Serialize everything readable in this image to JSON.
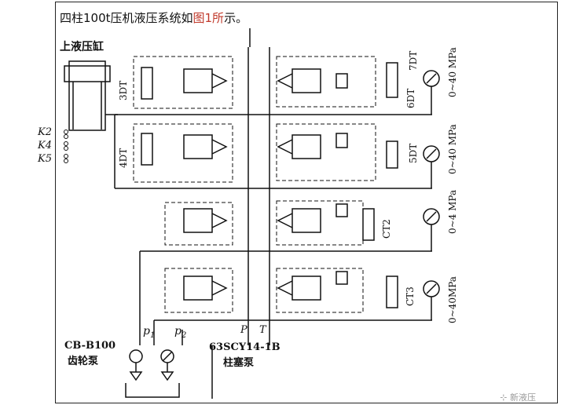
{
  "caption": {
    "prefix": "四柱100t压机液压系统如",
    "link": "图1所",
    "suffix": "示。"
  },
  "labels": {
    "upper_cylinder": "上液压缸",
    "k2": "K2",
    "k4": "K4",
    "k5": "K5",
    "dt3": "3DT",
    "dt4": "4DT",
    "dt5": "5DT",
    "dt6": "6DT",
    "dt7": "7DT",
    "ct2": "CT2",
    "ct3": "CT3",
    "gauge1": "0~40 MPa",
    "gauge2": "0~40 MPa",
    "gauge3": "0~4 MPa",
    "gauge4": "0~40MPa",
    "p1": "p",
    "p1_sub": "1",
    "p2": "p",
    "p2_sub": "2",
    "P": "P",
    "T": "T",
    "gear_pump_model": "CB-B100",
    "gear_pump": "齿轮泵",
    "piston_pump_model": "63SCY14-1B",
    "piston_pump": "柱塞泵"
  },
  "watermark": "⊹ 新液压"
}
